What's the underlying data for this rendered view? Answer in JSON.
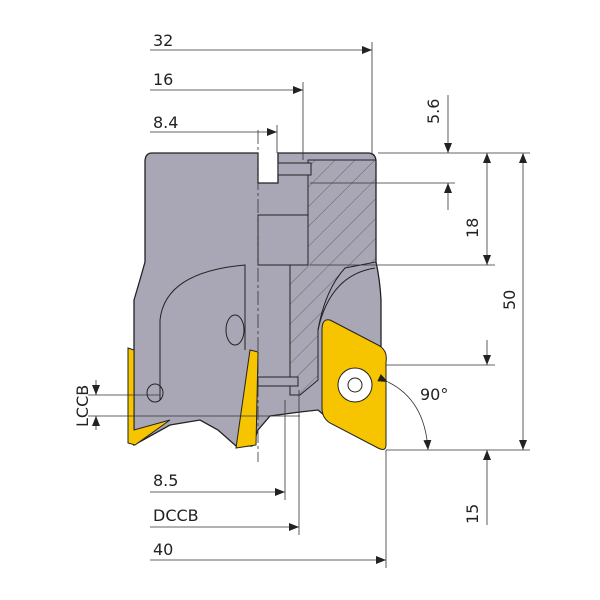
{
  "colors": {
    "body": "#a9a7b5",
    "insert": "#f6c500",
    "line": "#333333"
  },
  "dimensions": {
    "d32": "32",
    "d16": "16",
    "d8_4": "8.4",
    "d5_6": "5.6",
    "d18": "18",
    "d50": "50",
    "angle": "90°",
    "lccb": "LCCB",
    "d8_5": "8.5",
    "dccb": "DCCB",
    "d40": "40",
    "d15": "15"
  }
}
